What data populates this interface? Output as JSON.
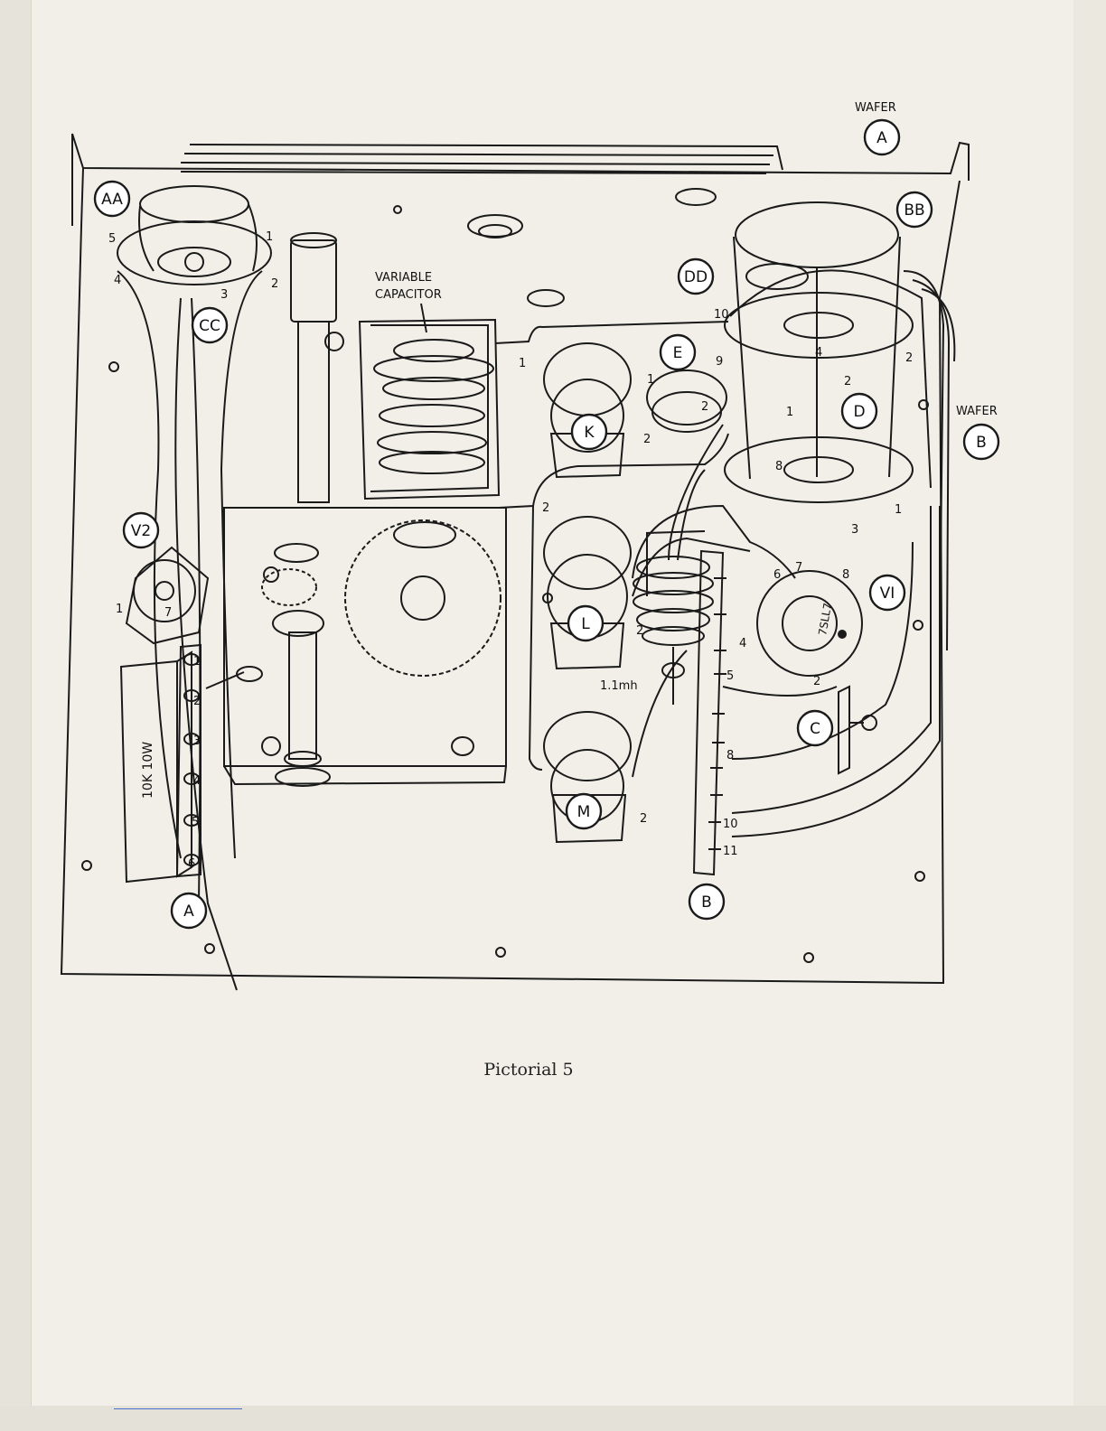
{
  "caption": "Pictorial 5",
  "labels": {
    "wafer_top": "WAFER",
    "wafer_right": "WAFER",
    "variable_capacitor_line1": "VARIABLE",
    "variable_capacitor_line2": "CAPACITOR",
    "resistor": "10K 10W",
    "choke": "1.1mh",
    "tube": "7SLL7"
  },
  "circled_markers": {
    "aa": "AA",
    "bb": "BB",
    "cc": "CC",
    "dd": "DD",
    "a_top": "A",
    "a_bottom": "A",
    "b_right": "B",
    "b_bottom": "B",
    "c": "C",
    "d": "D",
    "e": "E",
    "k": "K",
    "l": "L",
    "m": "M",
    "v1": "VI",
    "v2": "V2"
  },
  "terminal_numbers": {
    "strip_left": [
      "1",
      "2",
      "3",
      "4",
      "5",
      "6"
    ],
    "strip_right": [
      "5",
      "8",
      "10",
      "11"
    ],
    "socket_aa": [
      "1",
      "2",
      "3",
      "4",
      "5"
    ],
    "socket_v1": [
      "2",
      "4",
      "6",
      "7",
      "8"
    ],
    "socket_v2": [
      "1",
      "7"
    ],
    "switch_pins": [
      "10",
      "9",
      "1",
      "2",
      "4",
      "2",
      "2",
      "8",
      "3",
      "1"
    ],
    "control_pins": [
      "1",
      "2",
      "2",
      "2",
      "1",
      "2"
    ]
  }
}
